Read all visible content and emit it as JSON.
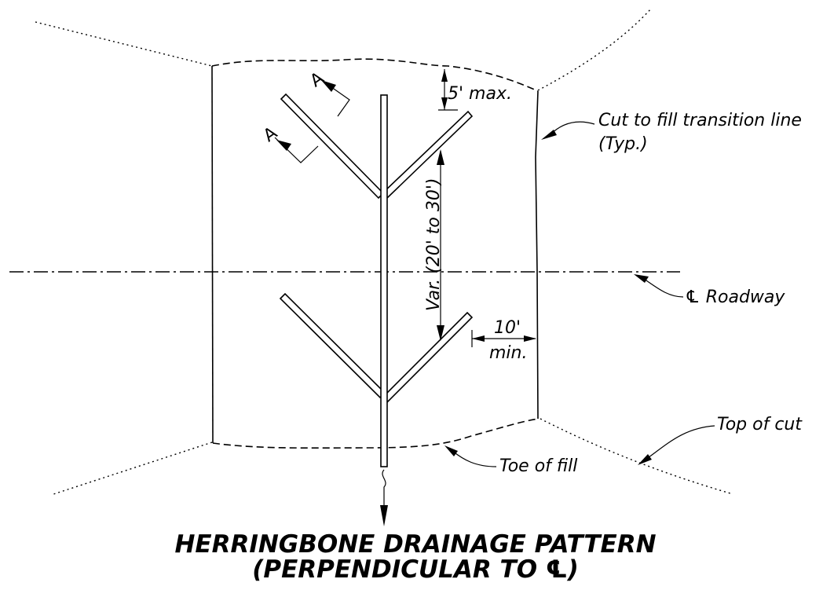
{
  "labels": {
    "five_max": "5' max.",
    "variable": "Var. (20' to 30')",
    "ten": "10'",
    "min": "min.",
    "transition_1": "Cut to fill transition line",
    "transition_2": "(Typ.)",
    "cl_roadway": "℄ Roadway",
    "top_of_cut": "Top of cut",
    "toe_of_fill": "Toe of fill",
    "section_a_1": "A",
    "section_a_2": "A"
  },
  "title": {
    "line1": "HERRINGBONE DRAINAGE PATTERN",
    "line2": "(PERPENDICULAR TO ℄)"
  }
}
